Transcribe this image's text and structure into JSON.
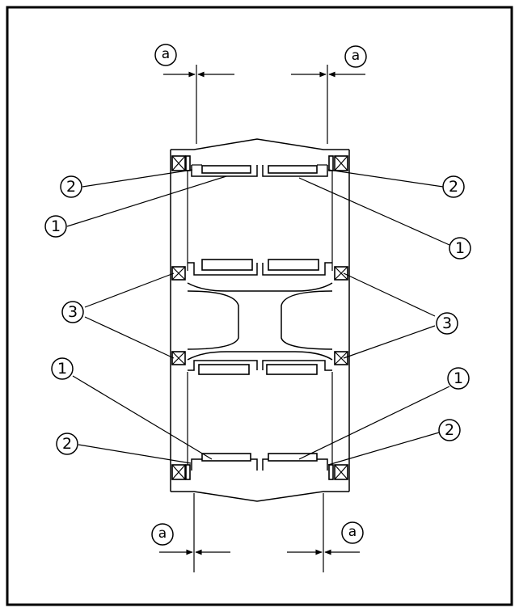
{
  "labels": {
    "a": "a",
    "one": "1",
    "two": "2",
    "three": "3"
  }
}
